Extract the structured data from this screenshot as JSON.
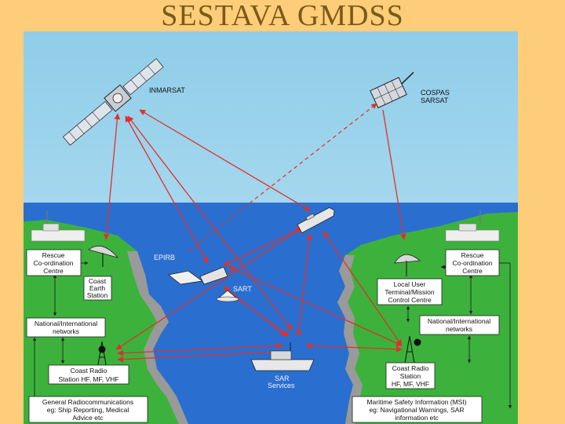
{
  "title": "SESTAVA GMDSS",
  "labels": {
    "inmarsat": "INMARSAT",
    "cospas": "COSPAS",
    "sarsat": "SARSAT",
    "epirb": "EPIRB",
    "sart": "SART",
    "rcc_left_1": "Rescue",
    "rcc_left_2": "Co-ordination",
    "rcc_left_3": "Centre",
    "rcc_right_1": "Rescue",
    "rcc_right_2": "Co-ordination",
    "rcc_right_3": "Centre",
    "ces_1": "Coast",
    "ces_2": "Earth",
    "ces_3": "Station",
    "lut_1": "Local User",
    "lut_2": "Terminal/Mission",
    "lut_3": "Control Centre",
    "net_left_1": "National/International",
    "net_left_2": "networks",
    "net_right_1": "National/International",
    "net_right_2": "networks",
    "crs_left_1": "Coast Radio",
    "crs_left_2": "Station HF, MF, VHF",
    "crs_right_1": "Coast Radio",
    "crs_right_2": "Station",
    "crs_right_3": "HF, MF, VHF",
    "sar_1": "SAR",
    "sar_2": "Services",
    "gen_1": "General Radiocommunications",
    "gen_2": "eg: Ship Reporting, Medical",
    "gen_3": "Advice etc",
    "msi_1": "Maritime Safety Information (MSI)",
    "msi_2": "eg: Navigational Warnings, SAR",
    "msi_3": "information etc"
  },
  "colors": {
    "background": "#fdcd79",
    "sky": "#a9d9ef",
    "sea": "#2a6fd0",
    "land": "#3cb23c",
    "link": "#e0302a"
  }
}
